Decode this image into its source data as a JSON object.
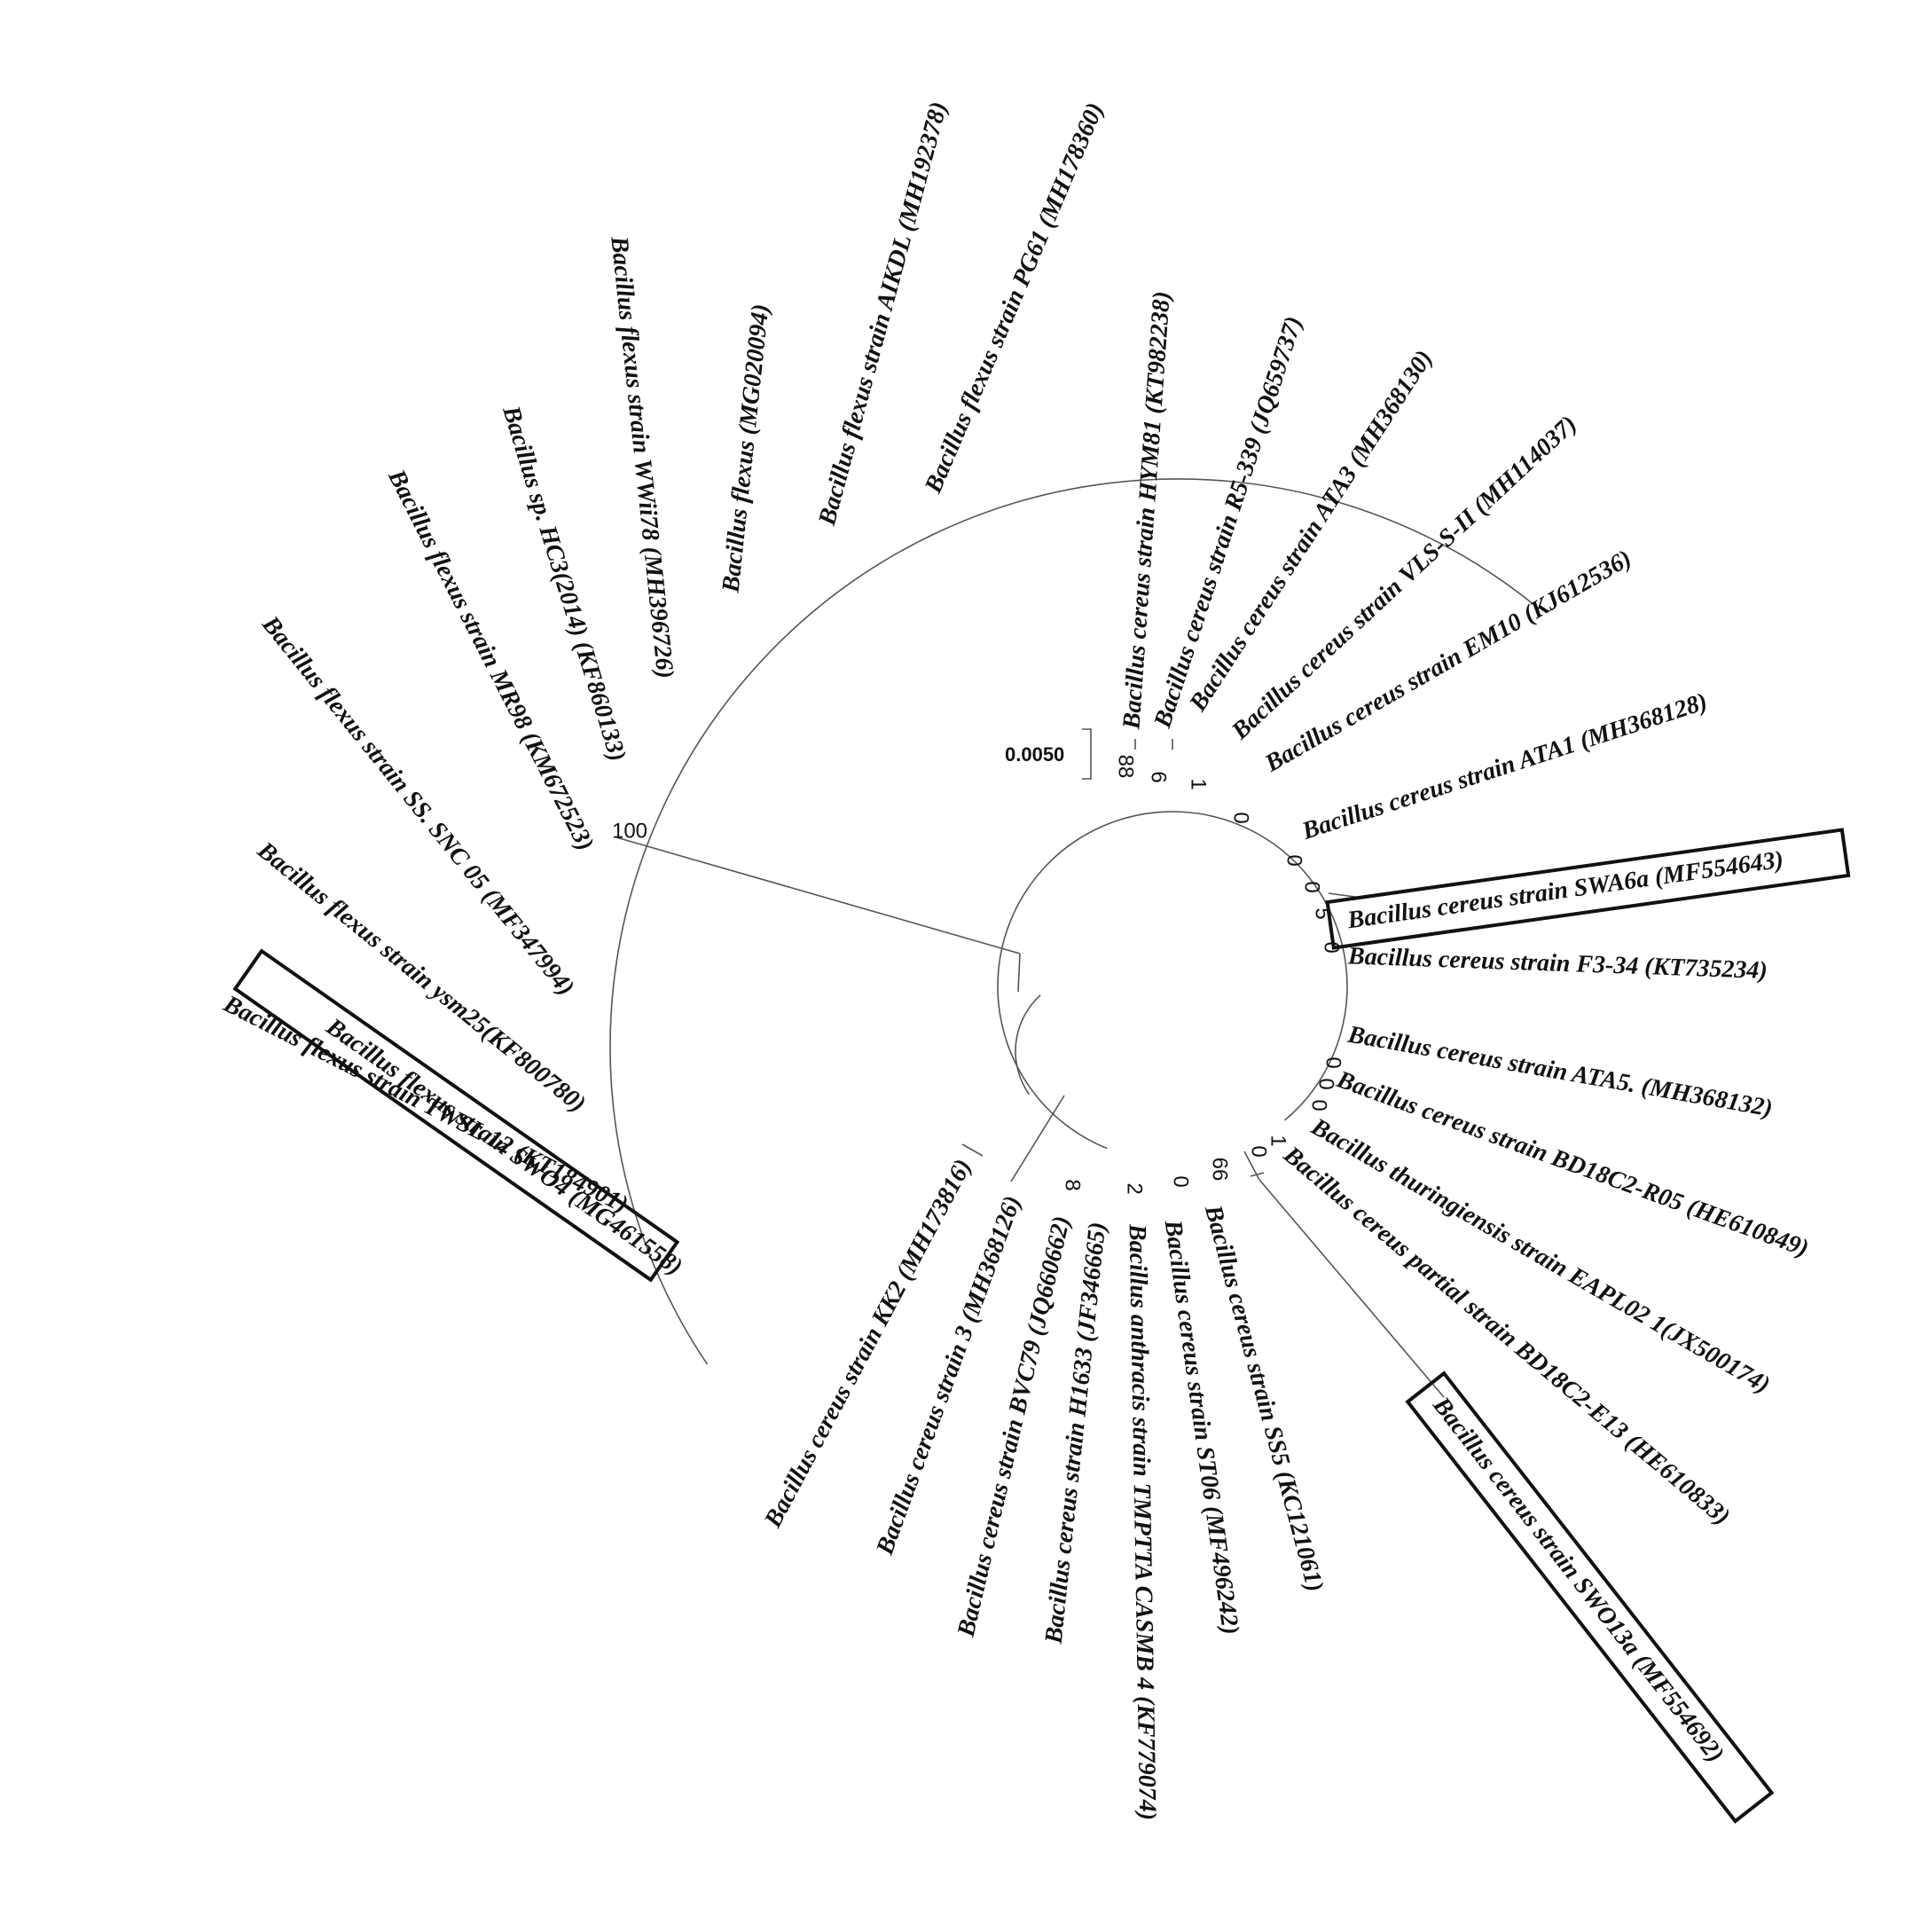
{
  "figure": {
    "scale_bar_label": "0.0050",
    "line_color": "#555555",
    "text_color": "#111111",
    "leaves": [
      {
        "label": "Bacillus flexus strain PG61 (MH178360)",
        "highlighted": false
      },
      {
        "label": "Bacillus flexus strain AIKDL (MH192378)",
        "highlighted": false
      },
      {
        "label": "Bacillus flexus (MG020094)",
        "highlighted": false
      },
      {
        "label": "Bacillus flexus strain WWii78 (MH396726)",
        "highlighted": false
      },
      {
        "label": "Bacillus sp. HC3(2014) (KF860133)",
        "highlighted": false
      },
      {
        "label": "Bacillus flexus strain MR98 (KM672523)",
        "highlighted": false
      },
      {
        "label": "Bacillus flexus strain SS. SNC 05 (MF347994)",
        "highlighted": false
      },
      {
        "label": "Bacillus flexus strain ysm25(KF800780)",
        "highlighted": false
      },
      {
        "label": "Bacillus flexus strain TWSL 12 (KT184901)",
        "highlighted": false
      },
      {
        "label": "Bacillus flexus strain SWO4 (MG461558)",
        "highlighted": true
      },
      {
        "label": "Bacillus cereus strain KK2 (MH173816)",
        "highlighted": false
      },
      {
        "label": "Bacillus cereus strain 3 (MH368126)",
        "highlighted": false
      },
      {
        "label": "Bacillus cereus strain BVC79 (JQ660662)",
        "highlighted": false
      },
      {
        "label": "Bacillus cereus strain H1633 (JF346665)",
        "highlighted": false
      },
      {
        "label": "Bacillus anthracis strain TMPTTA CASMB 4 (KF779074)",
        "highlighted": false
      },
      {
        "label": "Bacillus cereus strain ST06 (MF496242)",
        "highlighted": false
      },
      {
        "label": "Bacillus cereus strain SS5 (KC121061)",
        "highlighted": false
      },
      {
        "label": "Bacillus cereus strain SWO13a (MF554692)",
        "highlighted": true
      },
      {
        "label": "Bacillus cereus partial strain BD18C2-E13 (HE610833)",
        "highlighted": false
      },
      {
        "label": "Bacillus thuringiensis strain EAPL02 1(JX500174)",
        "highlighted": false
      },
      {
        "label": "Bacillus cereus strain BD18C2-R05 (HE610849)",
        "highlighted": false
      },
      {
        "label": "Bacillus cereus strain ATA5. (MH368132)",
        "highlighted": false
      },
      {
        "label": "Bacillus cereus strain F3-34 (KT735234)",
        "highlighted": false
      },
      {
        "label": "Bacillus cereus strain SWA6a (MF554643)",
        "highlighted": true
      },
      {
        "label": "Bacillus cereus strain ATA1 (MH368128)",
        "highlighted": false
      },
      {
        "label": "Bacillus cereus strain EM10 (KJ612536)",
        "highlighted": false
      },
      {
        "label": "Bacillus cereus strain VLS-S-II (MH114037)",
        "highlighted": false
      },
      {
        "label": "Bacillus cereus strain ATA3 (MH368130)",
        "highlighted": false
      },
      {
        "label": "Bacillus cereus strain R5-339 (JQ659737)",
        "highlighted": false
      },
      {
        "label": "Bacillus cereus strain HYM81 (KT982238)",
        "highlighted": false
      }
    ],
    "support_values": [
      "100",
      "88",
      "6",
      "1",
      "0",
      "0",
      "0",
      "5",
      "0",
      "0",
      "0",
      "0",
      "1",
      "0",
      "66",
      "0",
      "2",
      "8"
    ]
  }
}
